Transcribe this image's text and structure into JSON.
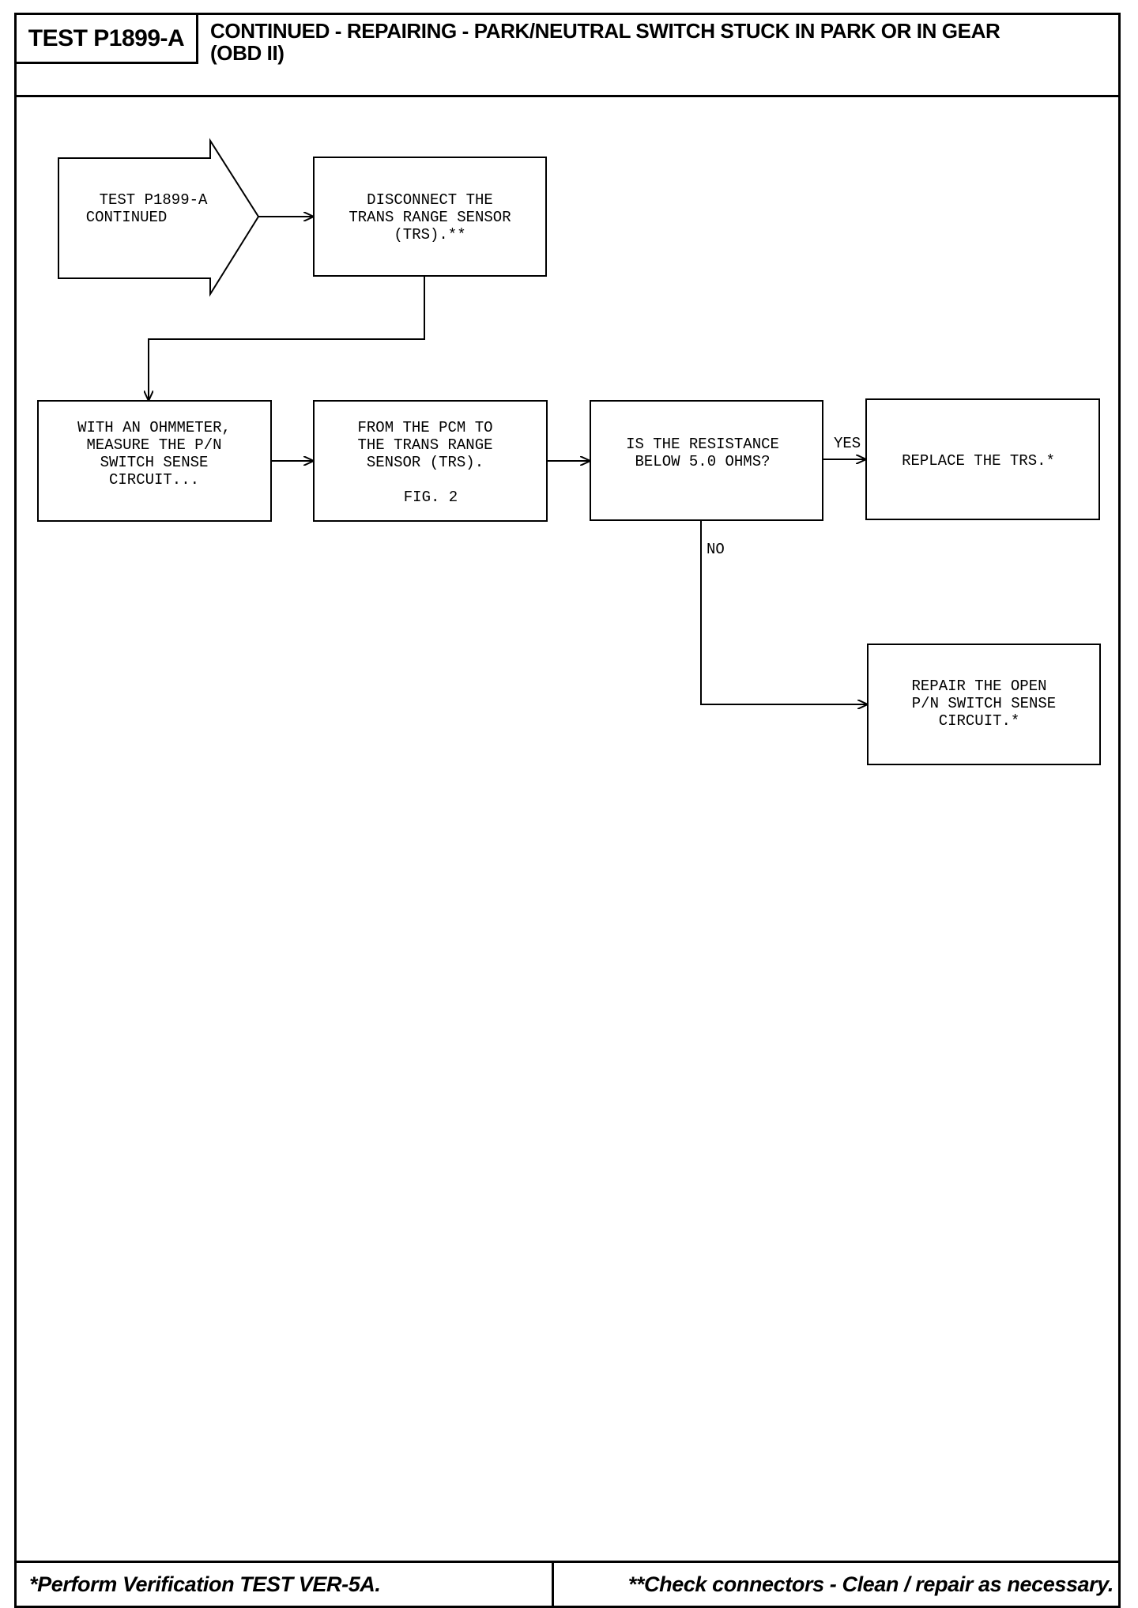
{
  "header": {
    "test_id": "TEST P1899-A",
    "title_line1": "CONTINUED - REPAIRING - PARK/NEUTRAL SWITCH STUCK IN PARK OR IN GEAR",
    "title_line2": "(OBD II)"
  },
  "flow": {
    "start": {
      "line1": "TEST P1899-A",
      "line2": "CONTINUED"
    },
    "step1": {
      "line1": "DISCONNECT THE",
      "line2": "TRANS RANGE SENSOR",
      "line3": "(TRS).**"
    },
    "step2": {
      "line1": "WITH AN OHMMETER,",
      "line2": "MEASURE THE P/N",
      "line3": "SWITCH SENSE",
      "line4": "CIRCUIT..."
    },
    "step3": {
      "line1": "FROM THE PCM TO",
      "line2": "THE TRANS RANGE",
      "line3": "SENSOR (TRS).",
      "line4": "FIG. 2"
    },
    "question": {
      "line1": "IS THE RESISTANCE",
      "line2": "BELOW 5.0 OHMS?"
    },
    "yes_label": "YES",
    "no_label": "NO",
    "yes_result": {
      "line1": "REPLACE THE TRS.*"
    },
    "no_result": {
      "line1": "REPAIR THE OPEN",
      "line2": "P/N SWITCH SENSE",
      "line3": "CIRCUIT.*"
    }
  },
  "footer": {
    "left_note": "*Perform Verification TEST VER-5A.",
    "right_note": "**Check connectors - Clean / repair as necessary."
  }
}
